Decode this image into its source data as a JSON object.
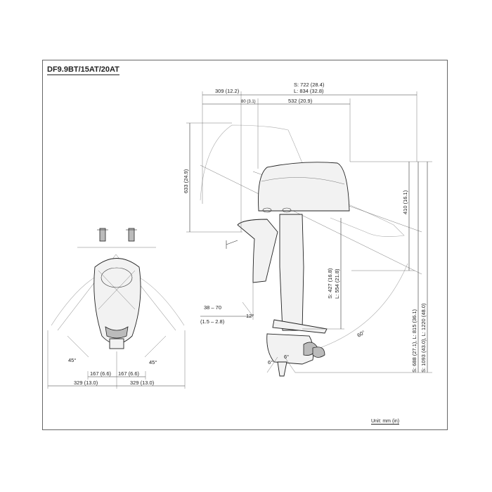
{
  "title": "DF9.9BT/15AT/20AT",
  "unit_label": "Unit: mm (in)",
  "dimensions": {
    "overall_length": {
      "s": "S: 722 (28.4)",
      "l": "L: 834 (32.8)"
    },
    "tilt_reach": "309 (12.2)",
    "bracket_offset": "80 (3.1)",
    "transom_to_front": "532 (20.9)",
    "tilt_height": "633 (24.9)",
    "cowl_height": "410 (16.1)",
    "shaft_short": "S: 427 (16.8)",
    "shaft_long": "L: 554 (21.8)",
    "trim_range_mm": "38 – 70",
    "trim_range_in": "(1.5 – 2.8)",
    "tilt_angle": "12°",
    "lower_short": "S: 688 (27.1), L: 815 (36.1)",
    "total_height": "S: 1093 (43.0), L: 1220 (48.0)",
    "tilt_up_angle": "60°",
    "trim_neg": "6°",
    "trim_pos": "6°",
    "steer_left_angle": "45°",
    "steer_right_angle": "45°",
    "half_width_left": "167 (6.6)",
    "half_width_right": "167 (6.6)",
    "swing_left": "329 (13.0)",
    "swing_right": "329 (13.0)"
  }
}
